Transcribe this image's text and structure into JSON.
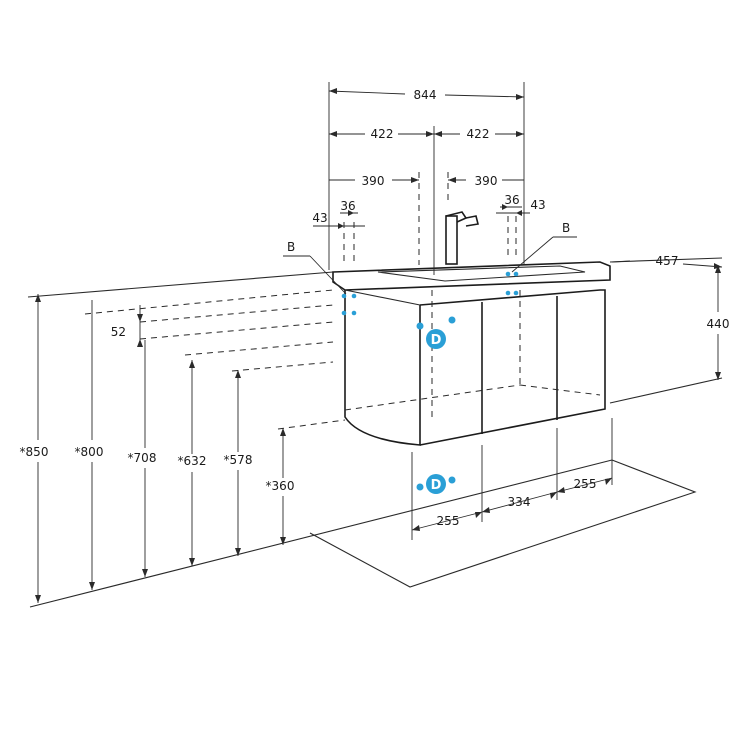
{
  "colors": {
    "line": "#2a2a2a",
    "marker": "#2a9fd6"
  },
  "dimensions": {
    "total_width": "844",
    "half_left": "422",
    "half_right": "422",
    "hole_left": "390",
    "hole_right": "390",
    "offset_36_left": "36",
    "offset_43_left": "43",
    "offset_36_right": "36",
    "offset_43_right": "43",
    "depth": "457",
    "height": "440",
    "gap": "52",
    "h850": "*850",
    "h800": "*800",
    "h708": "*708",
    "h632": "*632",
    "h578": "*578",
    "h360": "*360",
    "bottom_left": "255",
    "bottom_mid": "334",
    "bottom_right": "255"
  },
  "labels": {
    "b_left": "B",
    "b_right": "B",
    "d_upper": "D",
    "d_lower": "D"
  }
}
